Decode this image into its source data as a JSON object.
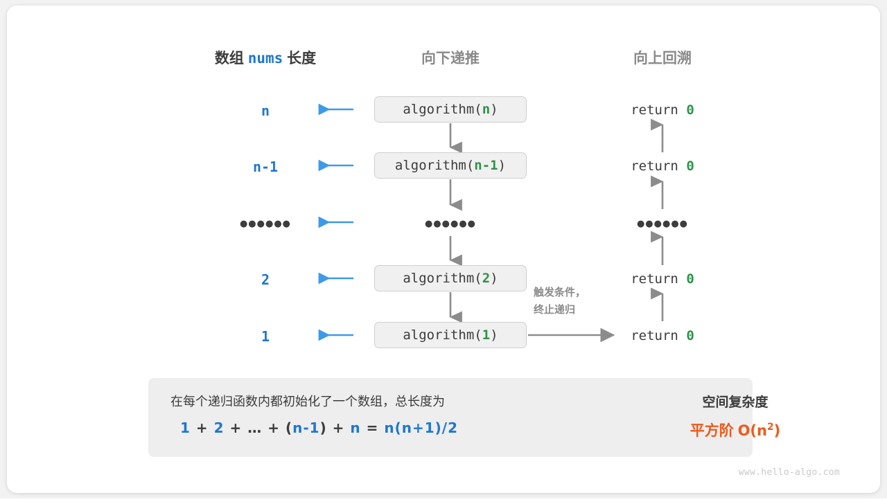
{
  "diagram": {
    "headers": {
      "left_prefix": "数组",
      "left_mono": "nums",
      "left_suffix": "长度",
      "middle": "向下递推",
      "right": "向上回溯"
    },
    "rows": [
      {
        "size": "n",
        "call_prefix": "algorithm(",
        "call_arg": "n",
        "call_suffix": ")",
        "ret_label": "return",
        "ret_value": "0"
      },
      {
        "size": "n-1",
        "call_prefix": "algorithm(",
        "call_arg": "n-1",
        "call_suffix": ")",
        "ret_label": "return",
        "ret_value": "0"
      },
      {
        "size": "……",
        "call_prefix": "",
        "call_arg": "",
        "call_suffix": "",
        "ret_label": "",
        "ret_value": ""
      },
      {
        "size": "2",
        "call_prefix": "algorithm(",
        "call_arg": "2",
        "call_suffix": ")",
        "ret_label": "return",
        "ret_value": "0"
      },
      {
        "size": "1",
        "call_prefix": "algorithm(",
        "call_arg": "1",
        "call_suffix": ")",
        "ret_label": "return",
        "ret_value": "0"
      }
    ],
    "dots_glyph": "●●●●●●",
    "annotation_line1": "触发条件，",
    "annotation_line2": "终止递归"
  },
  "panel": {
    "description": "在每个递归函数内都初始化了一个数组，总长度为",
    "formula": {
      "t1": "1",
      "o1": "+",
      "t2": "2",
      "o2": "+",
      "t3": "…",
      "o3": "+",
      "lp": "(",
      "t4": "n-1",
      "rp": ")",
      "o4": "+",
      "t5": "n",
      "eq": "=",
      "t6": "n(n+1)/2"
    },
    "complexity_title": "空间复杂度",
    "complexity_order": "平方阶",
    "complexity_big_o_prefix": "O(n",
    "complexity_big_o_exp": "2",
    "complexity_big_o_suffix": ")"
  },
  "watermark": "www.hello-algo.com",
  "colors": {
    "blue": "#1f77d0",
    "green": "#2e9249",
    "orange": "#ec5b1c",
    "gray_text": "#3c3c3c",
    "muted": "#8a8a8a",
    "box_fill": "#f0f0f0",
    "panel_fill": "#eeeeee",
    "arrow_gray": "#8c8c8c"
  }
}
